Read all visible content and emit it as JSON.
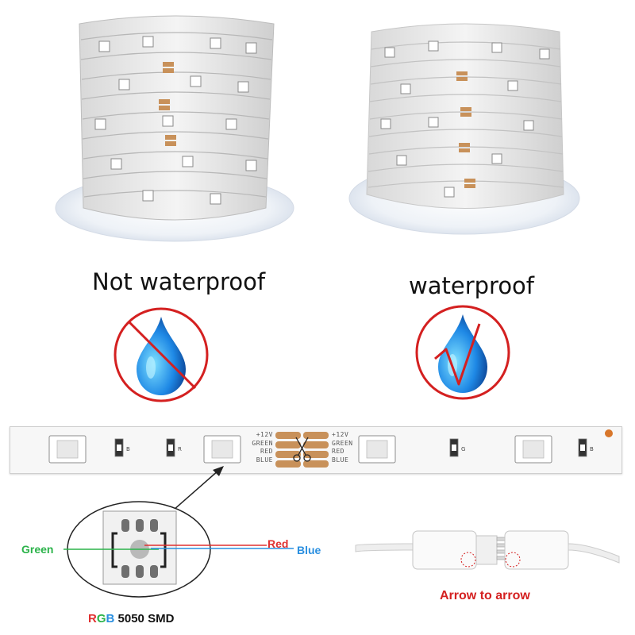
{
  "captions": {
    "left": "Not waterproof",
    "right": "waterproof"
  },
  "strip": {
    "pad_labels_left": [
      "+12V",
      "GREEN",
      "RED",
      "BLUE"
    ],
    "pad_labels_right": [
      "+12V",
      "GREEN",
      "RED",
      "BLUE"
    ],
    "chip_letters": [
      "B",
      "R",
      "G",
      "B"
    ]
  },
  "smd": {
    "green_label": "Green",
    "red_label": "Red",
    "blue_label": "Blue",
    "rgb_r": "R",
    "rgb_g": "G",
    "rgb_b": "B",
    "model": "5050 SMD"
  },
  "connector": {
    "caption": "Arrow to arrow"
  },
  "colors": {
    "green": "#2bb34a",
    "red": "#e03030",
    "blue": "#2a8fe0",
    "ban_red": "#d42020",
    "pad_copper": "#c8915a",
    "water_blue": "#1e88e5"
  }
}
